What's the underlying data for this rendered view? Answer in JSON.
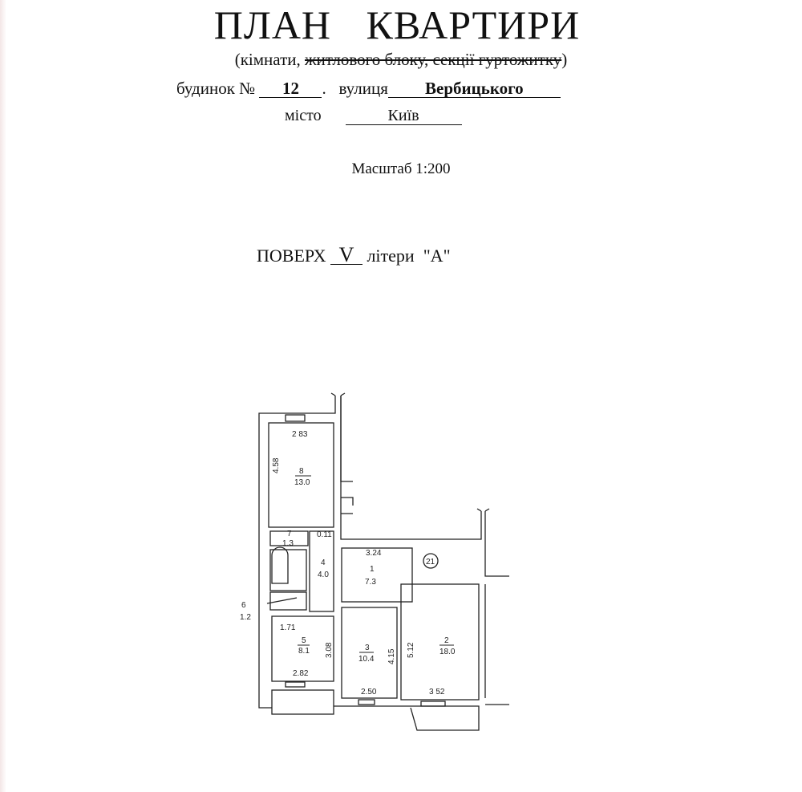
{
  "header": {
    "title": "ПЛАН КВАРТИРИ",
    "subtitle_open": "(кімнати, ",
    "subtitle_struck": "житлового блоку, секції гуртожитку",
    "subtitle_close": ")",
    "house_label": "будинок №",
    "house_number": "12",
    "house_sep": ".",
    "street_label": "вулиця",
    "street": "Вербицького",
    "city_label": "місто",
    "city": "Київ",
    "scale": "Масштаб 1:200",
    "floor_label": "ПОВЕРХ",
    "floor": "V",
    "letter_label": "літери",
    "letter": "\"А\""
  },
  "plan": {
    "rooms": [
      {
        "number": "8",
        "area": "13.0",
        "width": "2 83",
        "length": "4.58"
      },
      {
        "number": "7",
        "area": "1.3",
        "extra": "0.11"
      },
      {
        "number": "4",
        "area": "4.0"
      },
      {
        "number": "1",
        "area": "7.3",
        "width": "3.24"
      },
      {
        "number": "6",
        "area": "1.2"
      },
      {
        "number": "5",
        "area": "8.1",
        "width_top": "1.71",
        "width_bottom": "2.82",
        "length": "3.08"
      },
      {
        "number": "3",
        "area": "10.4",
        "width": "2.50",
        "length": "4.15"
      },
      {
        "number": "2",
        "area": "18.0",
        "width": "3 52",
        "length": "5.12"
      }
    ],
    "marker": "21"
  }
}
